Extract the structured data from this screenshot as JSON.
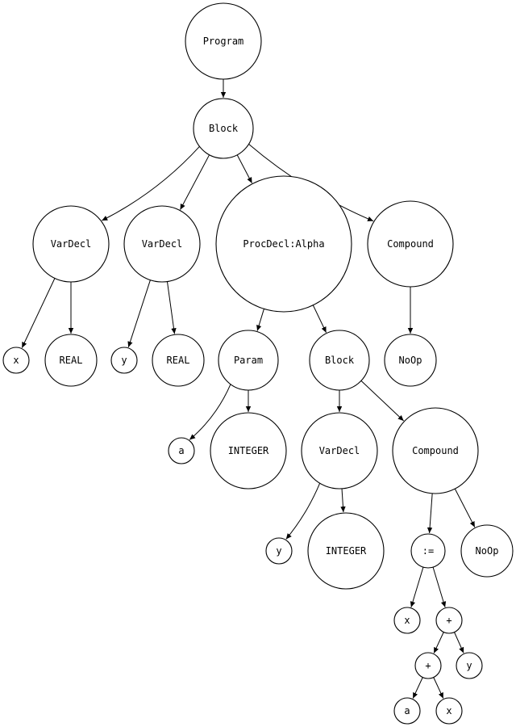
{
  "diagram": {
    "nodes": [
      {
        "id": "program",
        "label": "Program"
      },
      {
        "id": "block1",
        "label": "Block"
      },
      {
        "id": "vardecl1",
        "label": "VarDecl"
      },
      {
        "id": "vardecl2",
        "label": "VarDecl"
      },
      {
        "id": "procdecl",
        "label": "ProcDecl:Alpha"
      },
      {
        "id": "compound1",
        "label": "Compound"
      },
      {
        "id": "x1",
        "label": "x"
      },
      {
        "id": "real1",
        "label": "REAL"
      },
      {
        "id": "y1",
        "label": "y"
      },
      {
        "id": "real2",
        "label": "REAL"
      },
      {
        "id": "param",
        "label": "Param"
      },
      {
        "id": "block2",
        "label": "Block"
      },
      {
        "id": "noop1",
        "label": "NoOp"
      },
      {
        "id": "a1",
        "label": "a"
      },
      {
        "id": "integer1",
        "label": "INTEGER"
      },
      {
        "id": "vardecl3",
        "label": "VarDecl"
      },
      {
        "id": "compound2",
        "label": "Compound"
      },
      {
        "id": "y2",
        "label": "y"
      },
      {
        "id": "integer2",
        "label": "INTEGER"
      },
      {
        "id": "assign",
        "label": ":="
      },
      {
        "id": "noop2",
        "label": "NoOp"
      },
      {
        "id": "x2",
        "label": "x"
      },
      {
        "id": "plus1",
        "label": "+"
      },
      {
        "id": "plus2",
        "label": "+"
      },
      {
        "id": "y3",
        "label": "y"
      },
      {
        "id": "a2",
        "label": "a"
      },
      {
        "id": "x3",
        "label": "x"
      }
    ],
    "edges": [
      [
        "program",
        "block1"
      ],
      [
        "block1",
        "vardecl1"
      ],
      [
        "block1",
        "vardecl2"
      ],
      [
        "block1",
        "procdecl"
      ],
      [
        "block1",
        "compound1"
      ],
      [
        "vardecl1",
        "x1"
      ],
      [
        "vardecl1",
        "real1"
      ],
      [
        "vardecl2",
        "y1"
      ],
      [
        "vardecl2",
        "real2"
      ],
      [
        "procdecl",
        "param"
      ],
      [
        "procdecl",
        "block2"
      ],
      [
        "compound1",
        "noop1"
      ],
      [
        "param",
        "a1"
      ],
      [
        "param",
        "integer1"
      ],
      [
        "block2",
        "vardecl3"
      ],
      [
        "block2",
        "compound2"
      ],
      [
        "vardecl3",
        "y2"
      ],
      [
        "vardecl3",
        "integer2"
      ],
      [
        "compound2",
        "assign"
      ],
      [
        "compound2",
        "noop2"
      ],
      [
        "assign",
        "x2"
      ],
      [
        "assign",
        "plus1"
      ],
      [
        "plus1",
        "plus2"
      ],
      [
        "plus1",
        "y3"
      ],
      [
        "plus2",
        "a2"
      ],
      [
        "plus2",
        "x3"
      ]
    ]
  }
}
